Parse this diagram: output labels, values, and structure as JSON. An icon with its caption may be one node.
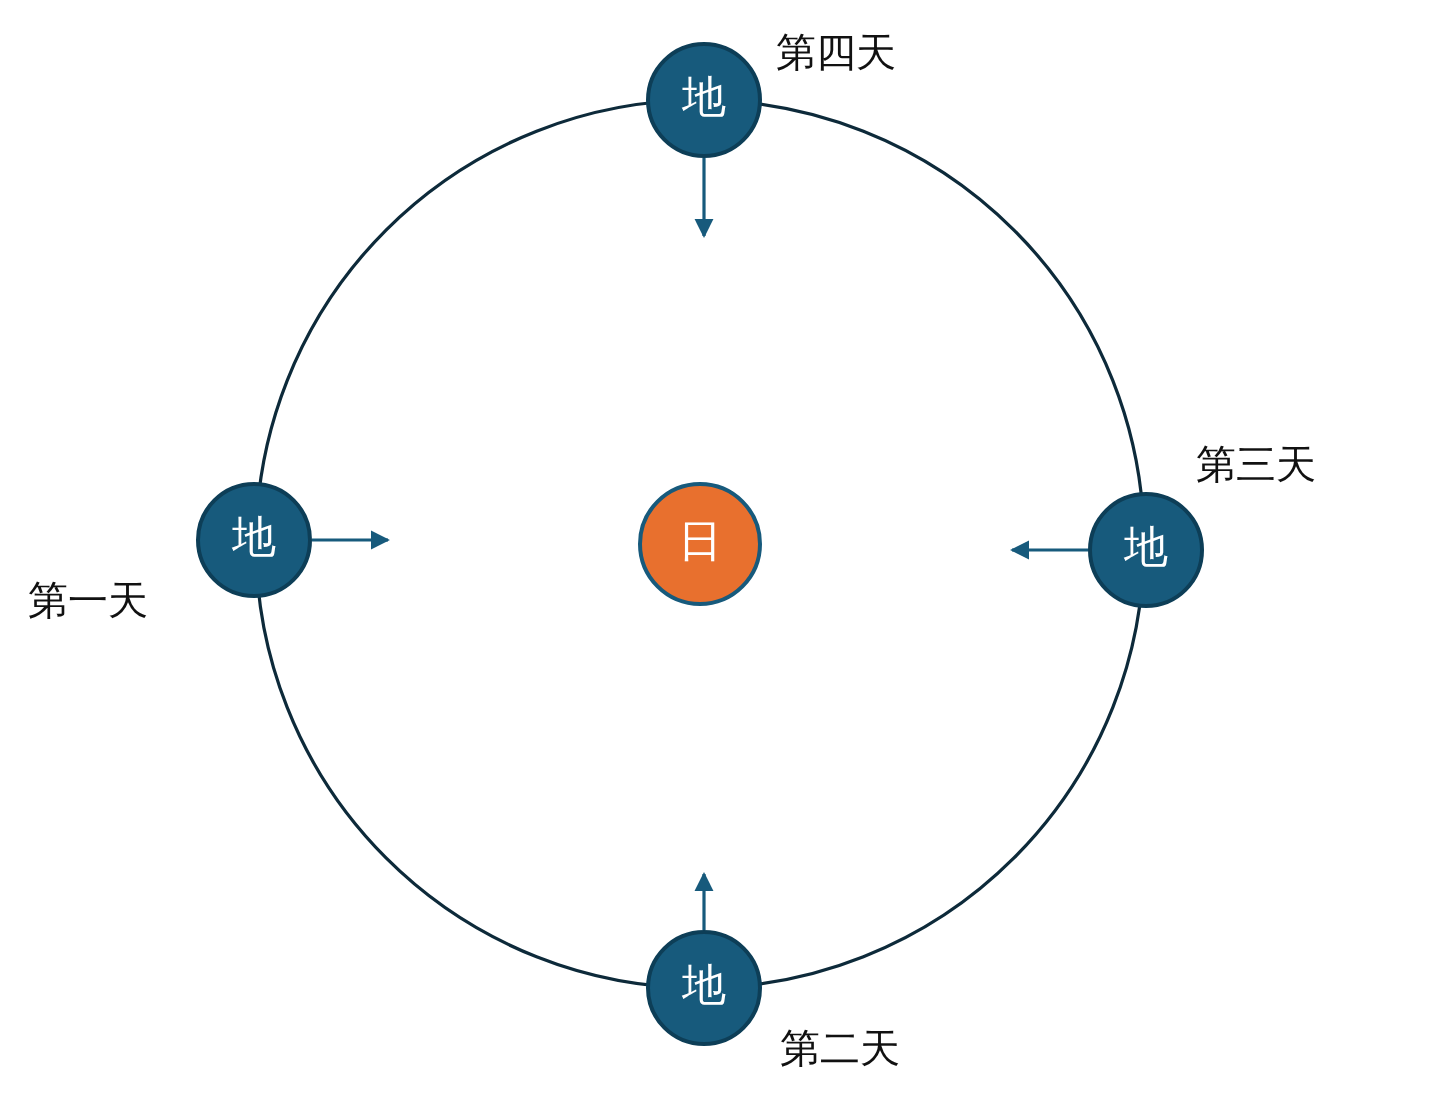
{
  "diagram": {
    "nodes": [
      {
        "text": [
          "地"
        ],
        "beside": [
          "第四天"
        ]
      },
      {
        "text": [
          "地"
        ],
        "beside": [
          "第一天"
        ]
      },
      {
        "text": [
          "日"
        ]
      },
      {
        "text": [
          "地"
        ],
        "beside": [
          "第三天"
        ]
      },
      {
        "text": [
          "地"
        ],
        "beside": [
          "第二天"
        ]
      }
    ],
    "edges": [
      {
        "from": 0,
        "to": null,
        "arrow": "to"
      },
      {
        "from": 1,
        "to": null,
        "arrow": "to"
      },
      {
        "from": 3,
        "to": null,
        "arrow": "to"
      },
      {
        "from": 4,
        "to": null,
        "arrow": "to"
      }
    ]
  }
}
